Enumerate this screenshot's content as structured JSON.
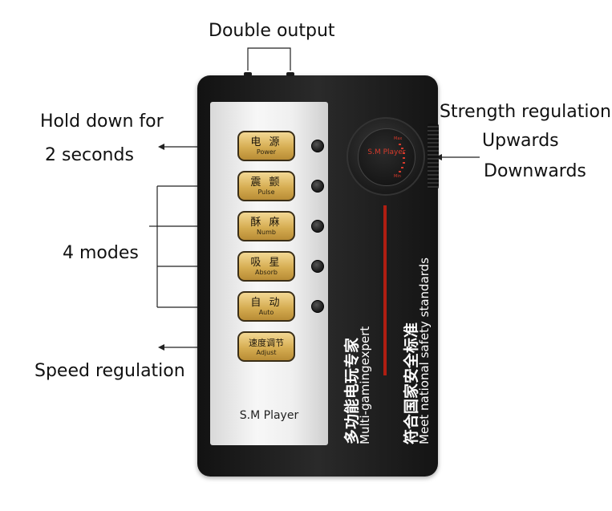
{
  "callouts": {
    "double_output": "Double output",
    "hold_line1": "Hold down for",
    "hold_line2": "2 seconds",
    "modes": "4 modes",
    "speed": "Speed regulation",
    "strength": "Strength regulation",
    "upwards": "Upwards",
    "downwards": "Downwards"
  },
  "device": {
    "buttons": [
      {
        "cn": "电 源",
        "en": "Power"
      },
      {
        "cn": "震 颤",
        "en": "Pulse"
      },
      {
        "cn": "酥 麻",
        "en": "Numb"
      },
      {
        "cn": "吸 星",
        "en": "Absorb"
      },
      {
        "cn": "自 动",
        "en": "Auto"
      },
      {
        "cn": "速度调节",
        "en": "Adjust"
      }
    ],
    "brand": "S.M Player",
    "knob_label": "S.M Player",
    "knob_max": "Max",
    "knob_min": "Min",
    "vertical_text": {
      "cn1": "多功能电玩专家",
      "en1": "Multi-gamingexpert",
      "cn2": "符合国家安全标准",
      "en2": "Meet national safety standards"
    }
  },
  "colors": {
    "device_body": "#1a1a1a",
    "button_gold": "#d6ad52",
    "accent_red": "#b01e12",
    "callout_text": "#111111"
  }
}
